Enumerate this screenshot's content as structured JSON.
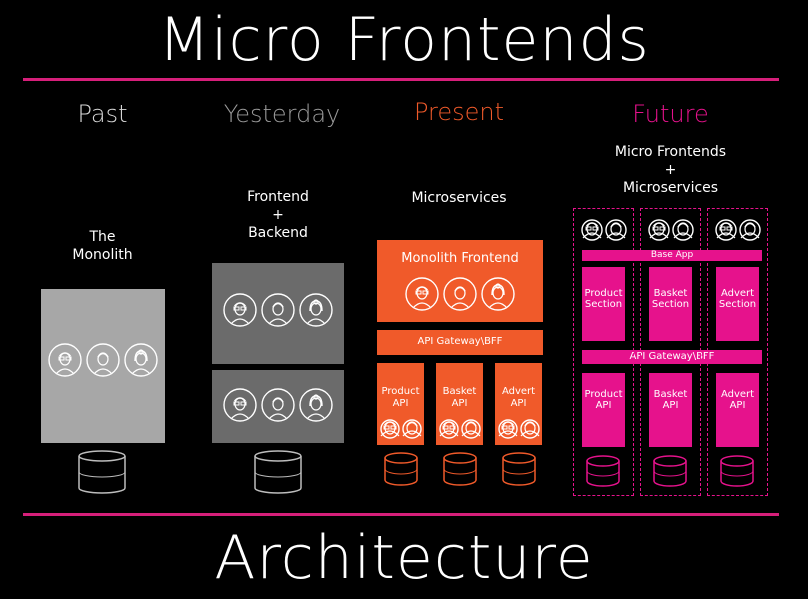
{
  "title": "Micro Frontends",
  "footer": "Architecture",
  "colors": {
    "accent": "#d61f7a",
    "orange": "#f05a2a",
    "magenta": "#e6128c",
    "gray_light": "#a7a7a7",
    "gray_dark": "#6b6b6b"
  },
  "columns": {
    "past": {
      "era": "Past",
      "label1": "The",
      "label2": "Monolith"
    },
    "yesterday": {
      "era": "Yesterday",
      "label1": "Frontend",
      "label2": "+",
      "label3": "Backend"
    },
    "present": {
      "era": "Present",
      "label": "Microservices",
      "frontend": "Monolith Frontend",
      "gateway": "API Gateway\\BFF",
      "services": [
        {
          "l1": "Product",
          "l2": "API"
        },
        {
          "l1": "Basket",
          "l2": "API"
        },
        {
          "l1": "Advert",
          "l2": "API"
        }
      ]
    },
    "future": {
      "era": "Future",
      "label1": "Micro Frontends",
      "label2": "+",
      "label3": "Microservices",
      "base_app": "Base App",
      "gateway": "API Gateway\\BFF",
      "sections": [
        {
          "l1": "Product",
          "l2": "Section"
        },
        {
          "l1": "Basket",
          "l2": "Section"
        },
        {
          "l1": "Advert",
          "l2": "Section"
        }
      ],
      "apis": [
        {
          "l1": "Product",
          "l2": "API"
        },
        {
          "l1": "Basket",
          "l2": "API"
        },
        {
          "l1": "Advert",
          "l2": "API"
        }
      ]
    }
  }
}
